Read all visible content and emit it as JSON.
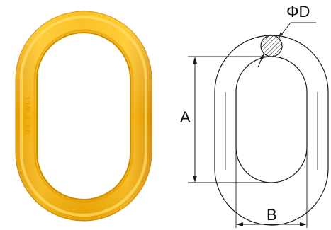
{
  "labels": {
    "diameter": "ΦD",
    "length": "A",
    "width": "B"
  },
  "product": {
    "engraving": "G8 T WLL"
  },
  "colors": {
    "ring_main": "#f5b100",
    "ring_highlight": "#ffd24a",
    "ring_shadow": "#d48a00",
    "line": "#1a1a1a"
  }
}
